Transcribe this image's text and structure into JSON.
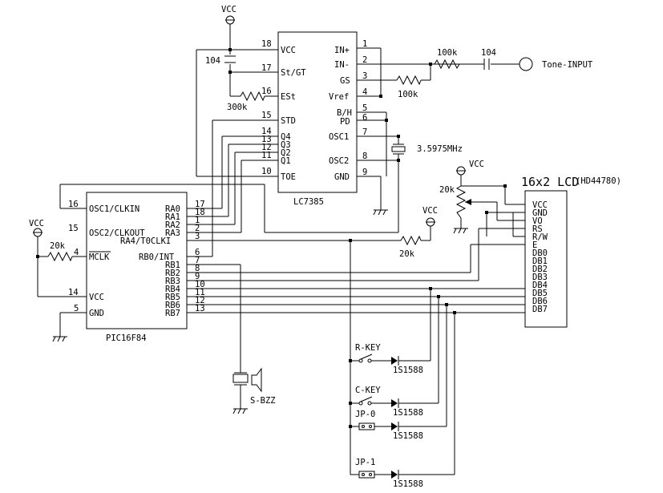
{
  "power": {
    "vcc": "VCC"
  },
  "lc7385": {
    "name": "LC7385",
    "left_pins": [
      {
        "num": "18",
        "name": "VCC"
      },
      {
        "num": "17",
        "name": "St/GT"
      },
      {
        "num": "16",
        "name": "ESt"
      },
      {
        "num": "15",
        "name": "STD"
      },
      {
        "num": "14",
        "name": "Q4"
      },
      {
        "num": "13",
        "name": "Q3"
      },
      {
        "num": "12",
        "name": "Q2"
      },
      {
        "num": "11",
        "name": "Q1"
      },
      {
        "num": "10",
        "name": "TOE"
      }
    ],
    "right_pins": [
      {
        "num": "1",
        "name": "IN+"
      },
      {
        "num": "2",
        "name": "IN-"
      },
      {
        "num": "3",
        "name": "GS"
      },
      {
        "num": "4",
        "name": "Vref"
      },
      {
        "num": "5",
        "name": "B/H"
      },
      {
        "num": "6",
        "name": "PD"
      },
      {
        "num": "7",
        "name": "OSC1"
      },
      {
        "num": "8",
        "name": "OSC2"
      },
      {
        "num": "9",
        "name": "GND"
      }
    ]
  },
  "pic": {
    "name": "PIC16F84",
    "left_pins": [
      {
        "num": "16",
        "name": "OSC1/CLKIN"
      },
      {
        "num": "15",
        "name": "OSC2/CLKOUT"
      },
      {
        "num": "4",
        "name": "MCLK"
      },
      {
        "num": "14",
        "name": "VCC"
      },
      {
        "num": "5",
        "name": "GND"
      }
    ],
    "right_pins": [
      {
        "num": "17",
        "name": "RA0"
      },
      {
        "num": "18",
        "name": "RA1"
      },
      {
        "num": "1",
        "name": "RA2"
      },
      {
        "num": "2",
        "name": "RA3"
      },
      {
        "num": "3",
        "name": "RA4/T0CLKI"
      },
      {
        "num": "6",
        "name": "RB0/INT"
      },
      {
        "num": "7",
        "name": "RB1"
      },
      {
        "num": "8",
        "name": "RB2"
      },
      {
        "num": "9",
        "name": "RB3"
      },
      {
        "num": "10",
        "name": "RB4"
      },
      {
        "num": "11",
        "name": "RB5"
      },
      {
        "num": "12",
        "name": "RB6"
      },
      {
        "num": "13",
        "name": "RB7"
      }
    ]
  },
  "lcd": {
    "title": "16x2 LCD",
    "subtitle": "(HD44780)",
    "pins": [
      "VCC",
      "GND",
      "VO",
      "RS",
      "R/W",
      "E",
      "DB0",
      "DB1",
      "DB2",
      "DB3",
      "DB4",
      "DB5",
      "DB6",
      "DB7"
    ]
  },
  "components": {
    "cap_104_a": "104",
    "cap_104_b": "104",
    "res_300k": "300k",
    "res_100k_a": "100k",
    "res_100k_b": "100k",
    "res_20k_pot": "20k",
    "res_20k_pullup": "20k",
    "res_20k_mclr": "20k",
    "crystal": "3.5975MHz",
    "input": "Tone-INPUT",
    "buzzer": "S-BZZ",
    "keys": [
      "R-KEY",
      "C-KEY",
      "JP-0",
      "JP-1"
    ],
    "diode": "1S1588"
  }
}
